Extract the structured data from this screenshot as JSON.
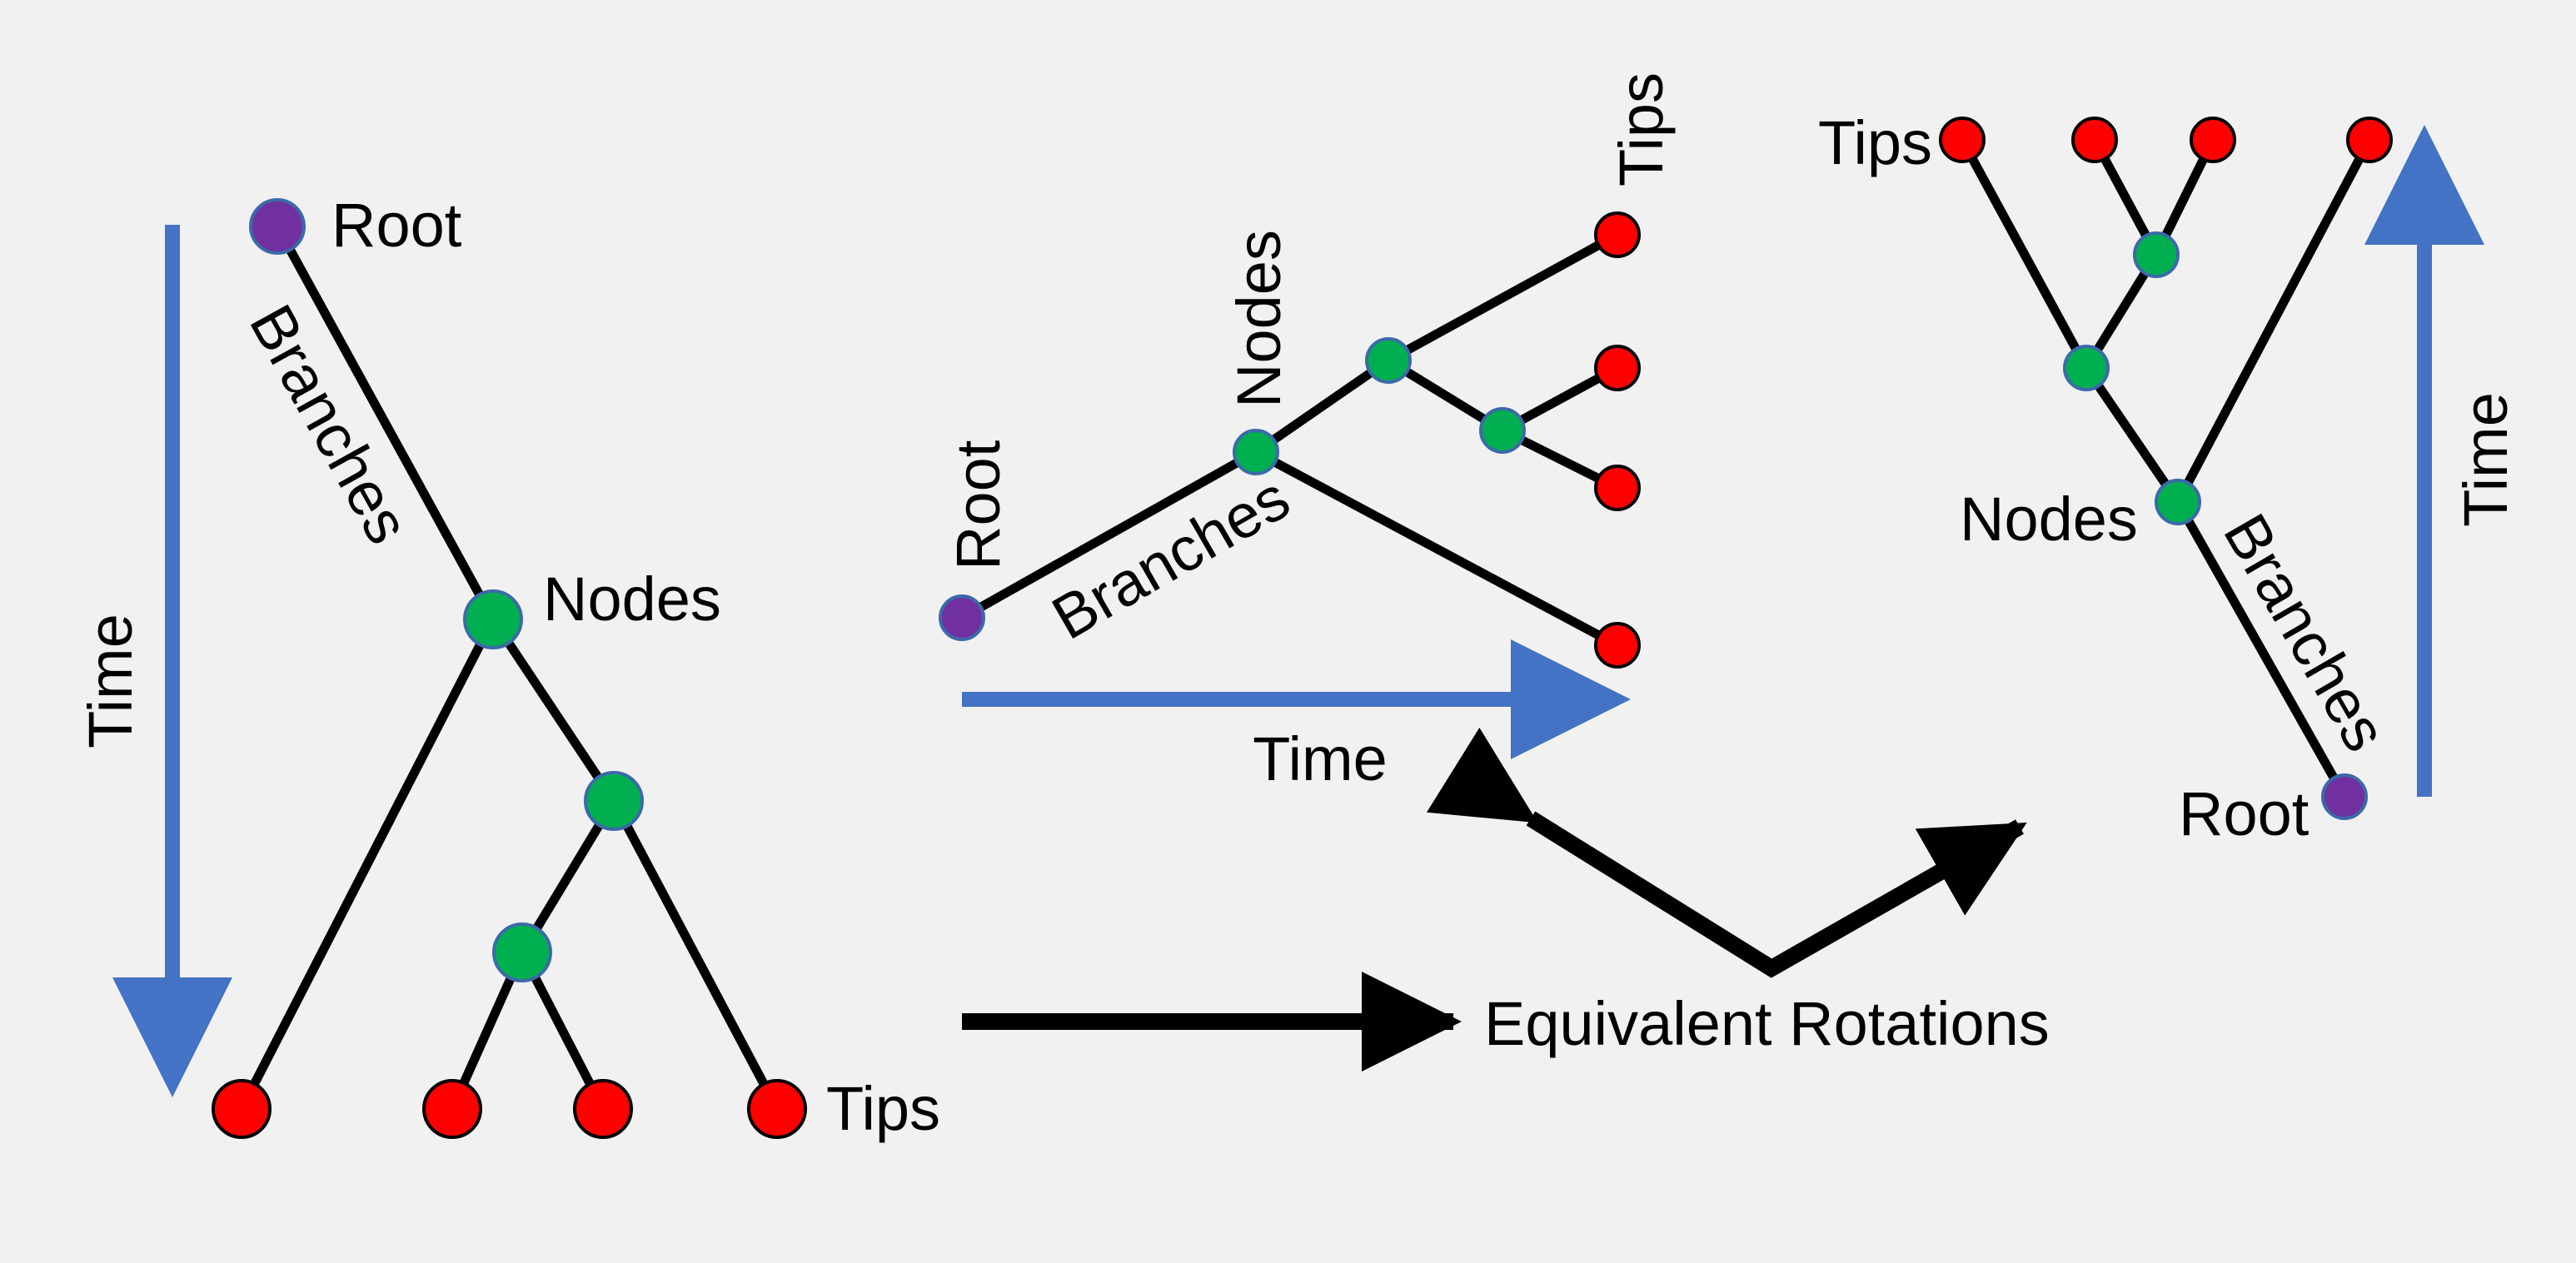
{
  "colors": {
    "background": "#f1f1f1",
    "branch": "#000000",
    "tip": "#ff0000",
    "node": "#00b050",
    "root": "#7030a0",
    "time_arrow": "#4472c4",
    "rotation_arrow": "#000000"
  },
  "trees": [
    {
      "orientation": "top-to-bottom",
      "labels": {
        "root": "Root",
        "branches": "Branches",
        "nodes": "Nodes",
        "tips": "Tips",
        "time": "Time"
      }
    },
    {
      "orientation": "left-to-right",
      "labels": {
        "root": "Root",
        "branches": "Branches",
        "nodes": "Nodes",
        "tips": "Tips",
        "time": "Time"
      }
    },
    {
      "orientation": "bottom-to-top",
      "labels": {
        "root": "Root",
        "branches": "Branches",
        "nodes": "Nodes",
        "tips": "Tips",
        "time": "Time"
      }
    }
  ],
  "rotation": {
    "label": "Equivalent Rotations"
  }
}
